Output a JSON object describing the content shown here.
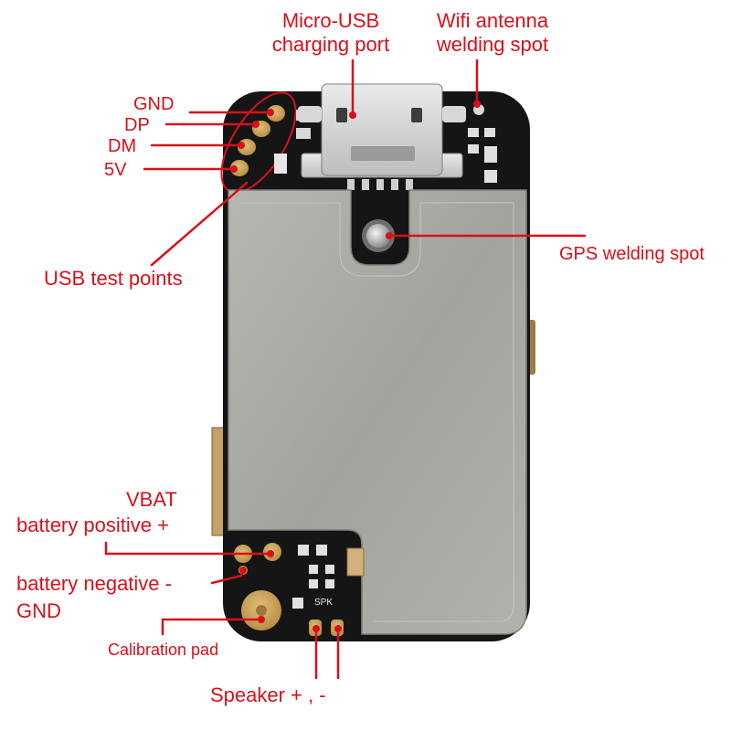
{
  "colors": {
    "accent": "#d8101a",
    "pcb": "#151515",
    "shield": "#a9a9a4",
    "pad": "#c9a15a"
  },
  "labels": {
    "micro_usb": [
      "Micro-USB",
      "charging port"
    ],
    "wifi": [
      "Wifi antenna",
      "welding spot"
    ],
    "gnd_top": "GND",
    "dp": "DP",
    "dm": "DM",
    "v5": "5V",
    "usb_test": "USB test points",
    "gps": "GPS welding spot",
    "vbat": "VBAT",
    "battery_positive": "battery positive +",
    "battery_negative": "battery negative -",
    "gnd_bottom": "GND",
    "calibration": "Calibration pad",
    "speaker": "Speaker + , -",
    "spk_silk": "SPK"
  }
}
